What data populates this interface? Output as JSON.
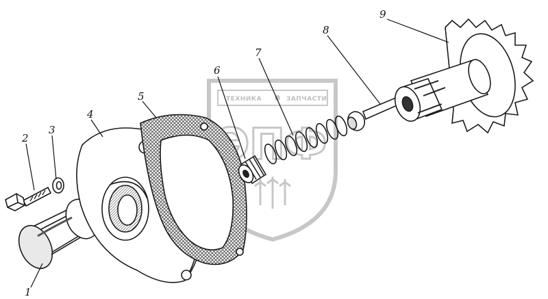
{
  "parts": [
    {
      "id": "part-1",
      "label": "1"
    },
    {
      "id": "part-2",
      "label": "2"
    },
    {
      "id": "part-3",
      "label": "3"
    },
    {
      "id": "part-4",
      "label": "4"
    },
    {
      "id": "part-5",
      "label": "5"
    },
    {
      "id": "part-6",
      "label": "6"
    },
    {
      "id": "part-7",
      "label": "7"
    },
    {
      "id": "part-8",
      "label": "8"
    },
    {
      "id": "part-9",
      "label": "9"
    }
  ],
  "watermark": {
    "line1": "ТЕХНИКА",
    "line2": "ЗАПЧАСТИ",
    "logo": "ЭПФ",
    "color": "#9a9a9a"
  },
  "colors": {
    "ink": "#1a1a1a",
    "background": "#ffffff"
  }
}
